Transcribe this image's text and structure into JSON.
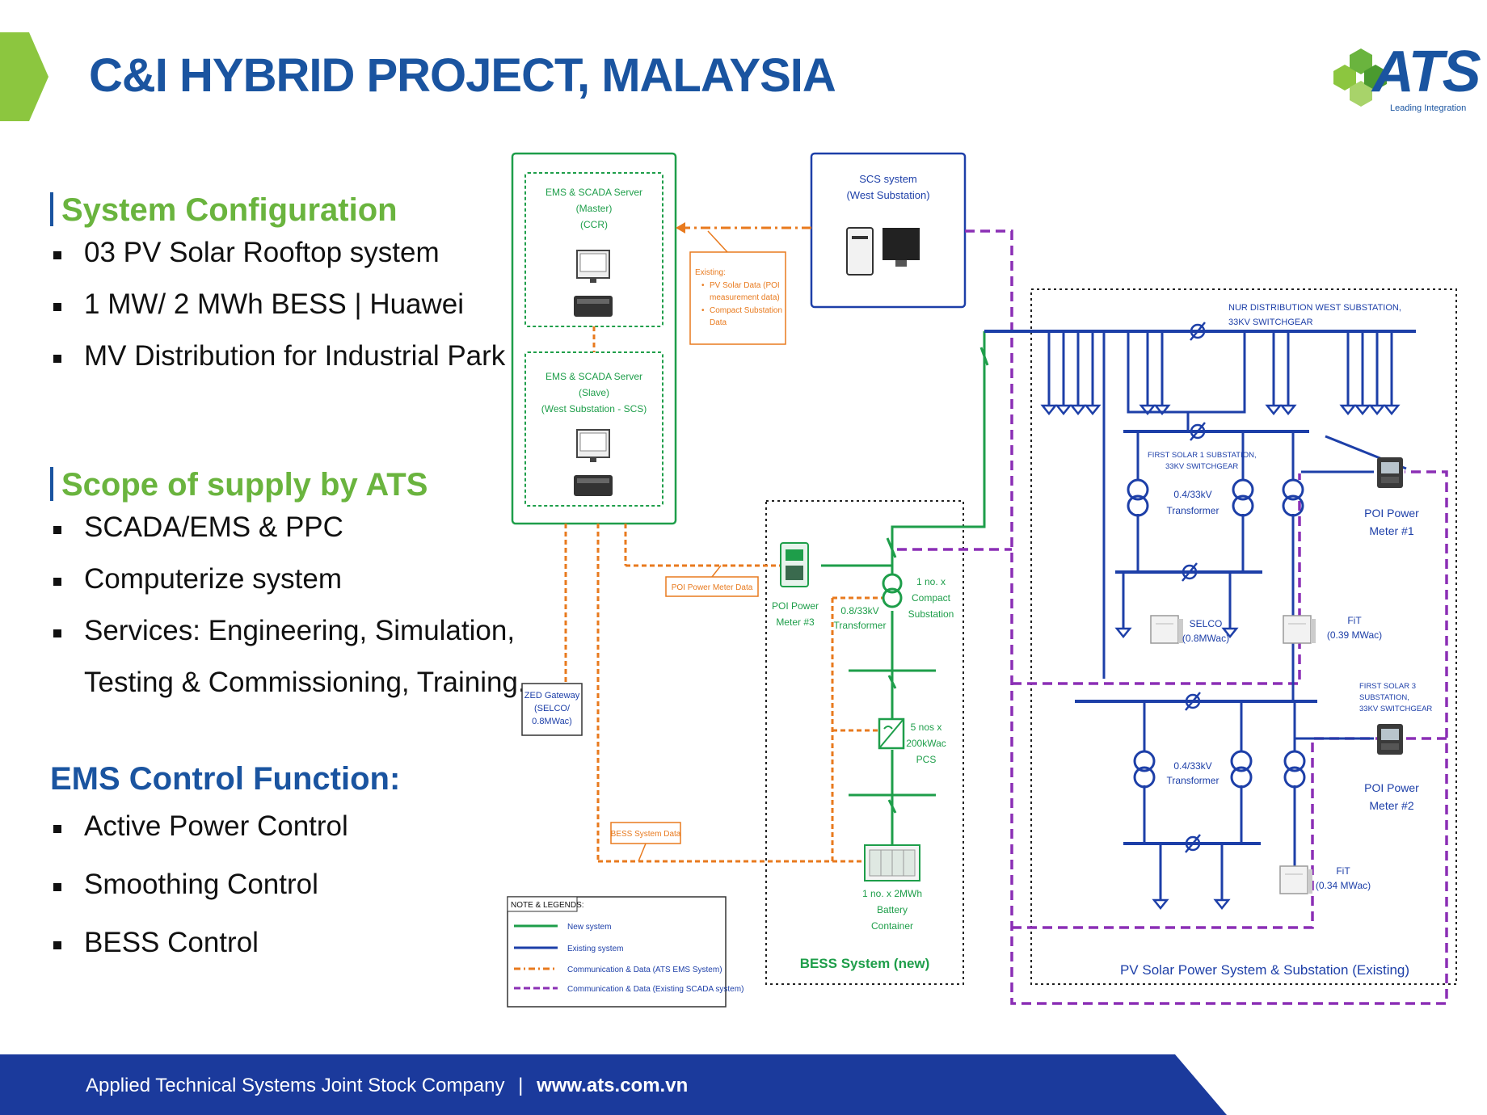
{
  "slide_title": "C&I HYBRID PROJECT, MALAYSIA",
  "logo": {
    "text": "ATS",
    "tagline": "Leading Integration"
  },
  "sections": {
    "system_config": {
      "heading": "System Configuration",
      "items": [
        "03 PV Solar Rooftop system",
        "1 MW/ 2 MWh BESS | Huawei",
        "MV Distribution for Industrial Park"
      ]
    },
    "scope": {
      "heading": "Scope of supply by ATS",
      "items": [
        "SCADA/EMS & PPC",
        "Computerize system",
        "Services: Engineering, Simulation,",
        "Testing & Commissioning, Training."
      ]
    },
    "ems": {
      "heading": "EMS Control Function:",
      "items": [
        "Active Power Control",
        "Smoothing Control",
        "BESS Control"
      ]
    }
  },
  "diagram": {
    "ems_master": [
      "EMS & SCADA Server",
      "(Master)",
      "(CCR)"
    ],
    "ems_slave": [
      "EMS & SCADA Server",
      "(Slave)",
      "(West Substation - SCS)"
    ],
    "scs_system": [
      "SCS system",
      "(West Substation)"
    ],
    "existing_note": [
      "Existing:",
      "PV Solar Data (POI",
      "measurement data)",
      "Compact Substation",
      "Data"
    ],
    "nur_substation": [
      "NUR DISTRIBUTION WEST SUBSTATION,",
      "33KV SWITCHGEAR"
    ],
    "first_solar_1": [
      "FIRST SOLAR 1 SUBSTATION,",
      "33KV SWITCHGEAR"
    ],
    "first_solar_3": [
      "FIRST SOLAR 3",
      "SUBSTATION,",
      "33KV SWITCHGEAR"
    ],
    "transformer_1": [
      "0.4/33kV",
      "Transformer"
    ],
    "transformer_2": [
      "0.4/33kV",
      "Transformer"
    ],
    "poi_meter_1": [
      "POI Power",
      "Meter #1"
    ],
    "poi_meter_2": [
      "POI Power",
      "Meter #2"
    ],
    "poi_meter_3": [
      "POI Power",
      "Meter #3"
    ],
    "selco": [
      "SELCO",
      "(0.8MWac)"
    ],
    "fit_1": [
      "FiT",
      "(0.39 MWac)"
    ],
    "fit_2": [
      "FiT",
      "(0.34 MWac)"
    ],
    "compact_substation": [
      "1 no. x",
      "Compact",
      "Substation"
    ],
    "bess_transformer": [
      "0.8/33kV",
      "Transformer"
    ],
    "pcs": [
      "5 nos x",
      "200kWac",
      "PCS"
    ],
    "battery": [
      "1 no. x 2MWh",
      "Battery",
      "Container"
    ],
    "poi_meter_data": "POI Power Meter Data",
    "bess_system_data": "BESS System Data",
    "zed_gateway": [
      "ZED Gateway",
      "(SELCO/",
      "0.8MWac)"
    ],
    "bess_label": "BESS System (new)",
    "pv_label": "PV Solar Power System & Substation (Existing)",
    "legend": {
      "title": "NOTE & LEGENDS:",
      "items": [
        "New system",
        "Existing system",
        "Communication & Data (ATS EMS System)",
        "Communication & Data (Existing SCADA system)"
      ]
    }
  },
  "footer": {
    "company": "Applied Technical Systems Joint Stock Company",
    "separator": "|",
    "website": "www.ats.com.vn"
  },
  "colors": {
    "new": "#1e9e4a",
    "existing": "#1d3fa8",
    "ats_comm": "#e87a1e",
    "scada_comm": "#8b2fb5",
    "title": "#1a54a0",
    "heading": "#6ab43e"
  }
}
